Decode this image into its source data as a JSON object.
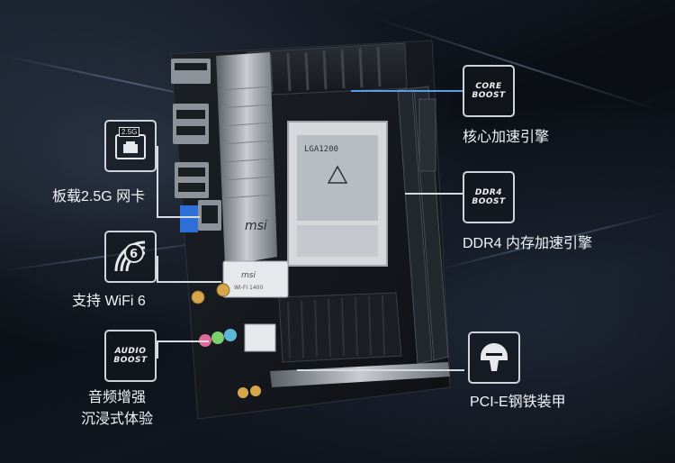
{
  "features": {
    "lan": {
      "badge": "2.5G",
      "label": "板载2.5G 网卡",
      "icon": "lan-port-icon"
    },
    "wifi": {
      "badge": "6",
      "label": "支持 WiFi 6",
      "icon": "wifi6-icon"
    },
    "audio": {
      "badge_line1": "AUDIO",
      "badge_line2": "BOOST",
      "label_line1": "音频增强",
      "label_line2": "沉浸式体验"
    },
    "core": {
      "badge_line1": "CORE",
      "badge_line2": "BOOST",
      "label": "核心加速引擎"
    },
    "ddr4": {
      "badge_line1": "DDR4",
      "badge_line2": "BOOST",
      "label": "DDR4 内存加速引擎"
    },
    "pcie": {
      "label": "PCI-E钢铁装甲",
      "icon": "steel-armor-icon"
    }
  },
  "board": {
    "socket_label": "LGA1200",
    "brand": "msi",
    "wifi_module": "WI-FI 1400"
  },
  "colors": {
    "accent_blue": "#5b9ee8",
    "line_white": "#d7dbe2"
  }
}
